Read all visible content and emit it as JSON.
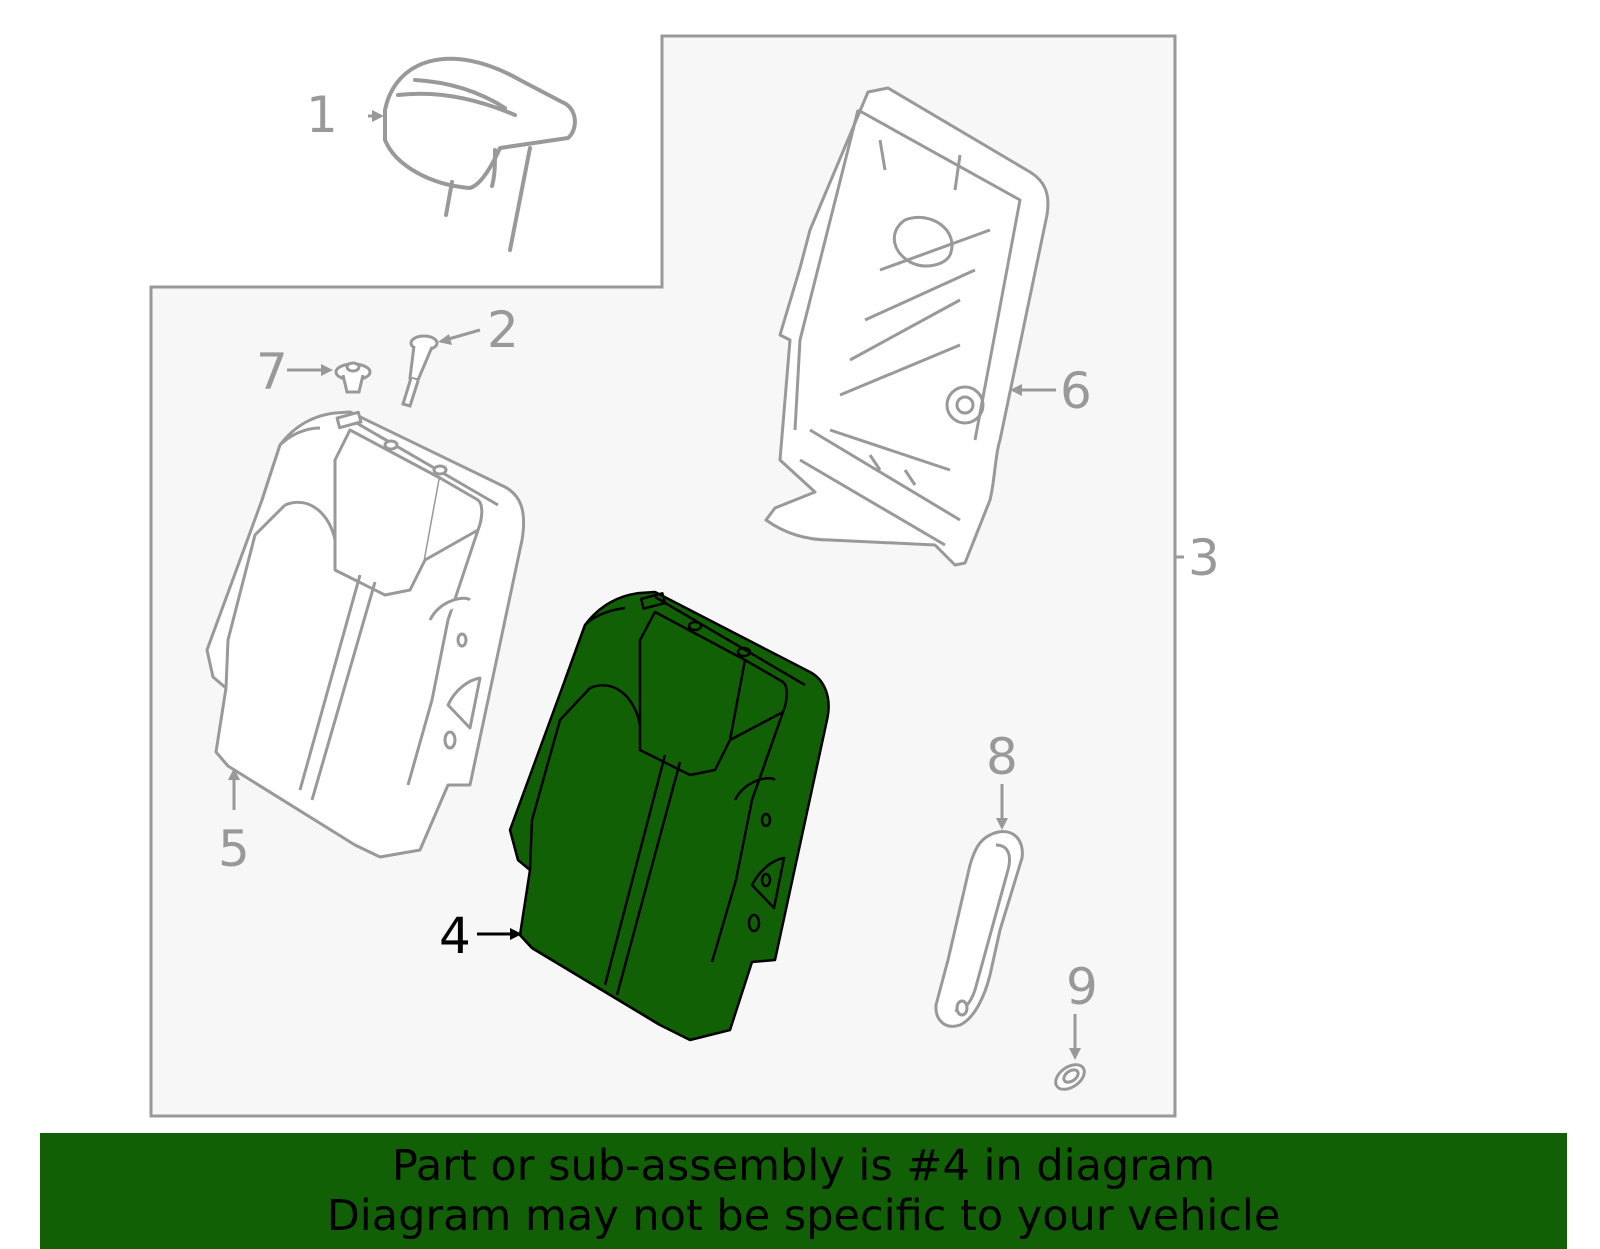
{
  "callouts": {
    "c1": "1",
    "c2": "2",
    "c3": "3",
    "c4": "4",
    "c5": "5",
    "c6": "6",
    "c7": "7",
    "c8": "8",
    "c9": "9"
  },
  "highlighted_part": "4",
  "banner": {
    "line1": "Part or sub-assembly is #4 in diagram",
    "line2": "Diagram may not be specific to your vehicle"
  },
  "colors": {
    "highlight": "#126005",
    "line_gray": "#999999",
    "panel_bg": "#f7f7f7",
    "banner_bg": "#126005"
  }
}
